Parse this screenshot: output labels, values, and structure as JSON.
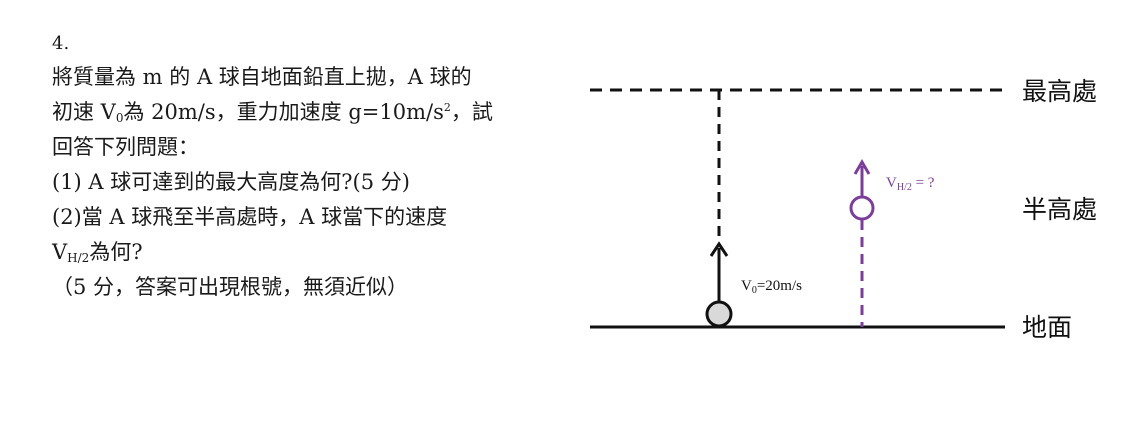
{
  "question": {
    "number": "4.",
    "line1": "將質量為 m 的 A 球自地面鉛直上拋，A 球的",
    "line2_pre": "初速 V",
    "line2_sub": "0",
    "line2_mid": "為 20m/s，重力加速度 g=10m/s",
    "line2_sup": "2",
    "line2_post": "，試",
    "line3": "回答下列問題：",
    "line4": "(1) A 球可達到的最大高度為何?(5 分)",
    "line5": "(2)當 A 球飛至半高處時，A 球當下的速度",
    "line6_pre": "V",
    "line6_sub": "H/2",
    "line6_post": "為何?",
    "line7": "（5 分，答案可出現根號，無須近似）"
  },
  "diagram": {
    "label_top": "最高處",
    "label_mid": "半高處",
    "label_ground": "地面",
    "v0_label_pre": "V",
    "v0_label_sub": "0",
    "v0_label_post": "=20m/s",
    "vh2_label_pre": "V",
    "vh2_label_sub": "H/2",
    "vh2_label_post": " = ?",
    "colors": {
      "line": "#111111",
      "ball_fill": "#d9d9d9",
      "purple": "#7b3f99"
    }
  }
}
